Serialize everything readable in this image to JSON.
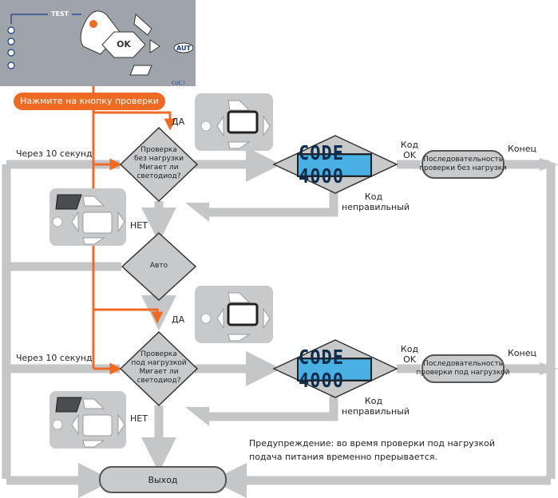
{
  "colors": {
    "flow": "#c5c6c8",
    "orange": "#ef6a23",
    "panel": "#9fa4ab",
    "lcd": "#4ab0e4",
    "diamond": "#c8c9cb"
  },
  "panel": {
    "test_label": "TEST",
    "ok_label": "OK",
    "aut_label": "AUT",
    "cuc_label": "CUC I"
  },
  "press_button": "Нажмите на кнопку проверки",
  "labels": {
    "da1": "ДА",
    "da2": "ДА",
    "net1": "НЕТ",
    "net2": "НЕТ",
    "through10_1": "Через 10 секунд",
    "through10_2": "Через 10 секунд",
    "code_ok": "Код\nOK",
    "code_ok2": "Код\nOK",
    "code_bad": "Код\nнеправильный",
    "code_bad2": "Код\nнеправильный",
    "end1": "Конец",
    "end2": "Конец"
  },
  "diamonds": {
    "check_noload": "Проверка\nбез нагрузки\nМигает ли\nсветодиод?",
    "auto": "Авто",
    "check_load": "Проверка\nпод нагрузкой\nМигает ли\nсветодиод?"
  },
  "lcd": {
    "code1": "CODE 4000",
    "code2": "CODE 4000"
  },
  "pills": {
    "seq_noload": "Последовательность\nпроверки без нагрузки",
    "seq_load": "Последовательность\nпроверки под нагрузкой",
    "exit": "Выход"
  },
  "warning": "Предупреждение: во время проверки под нагрузкой\nподача питания временно прерывается."
}
